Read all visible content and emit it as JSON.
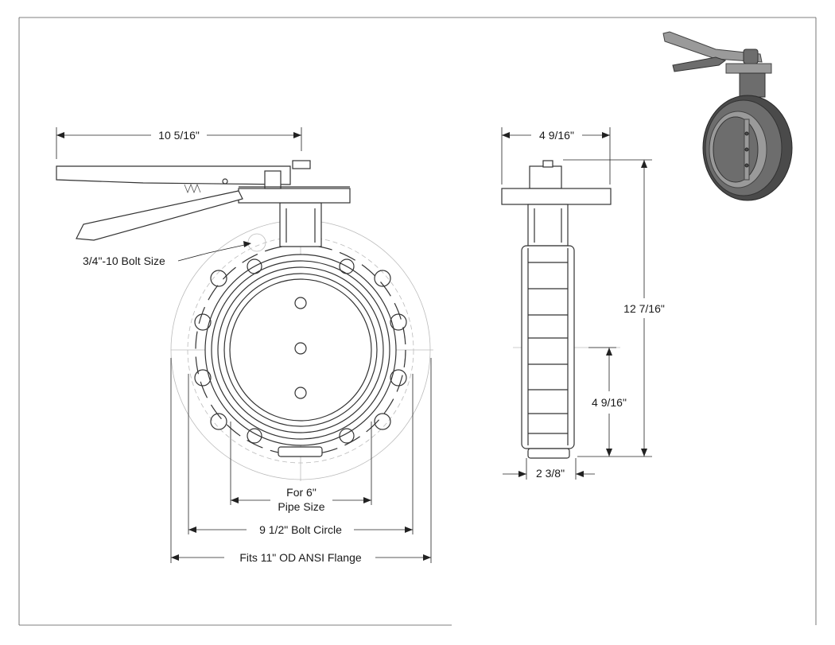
{
  "drawing": {
    "dimensions": {
      "handle_length": "10 5/16\"",
      "side_width": "4 9/16\"",
      "overall_height": "12 7/16\"",
      "lower_height": "4 9/16\"",
      "body_thickness": "2 3/8\"",
      "bolt_size": "3/4\"-10 Bolt Size",
      "pipe_size_line1": "For 6\"",
      "pipe_size_line2": "Pipe Size",
      "bolt_circle": "9 1/2\" Bolt Circle",
      "flange": "Fits 11\" OD ANSI Flange"
    },
    "colors": {
      "line": "#333333",
      "construction": "#bbbbbb",
      "shading": "#6d6d6d"
    }
  }
}
